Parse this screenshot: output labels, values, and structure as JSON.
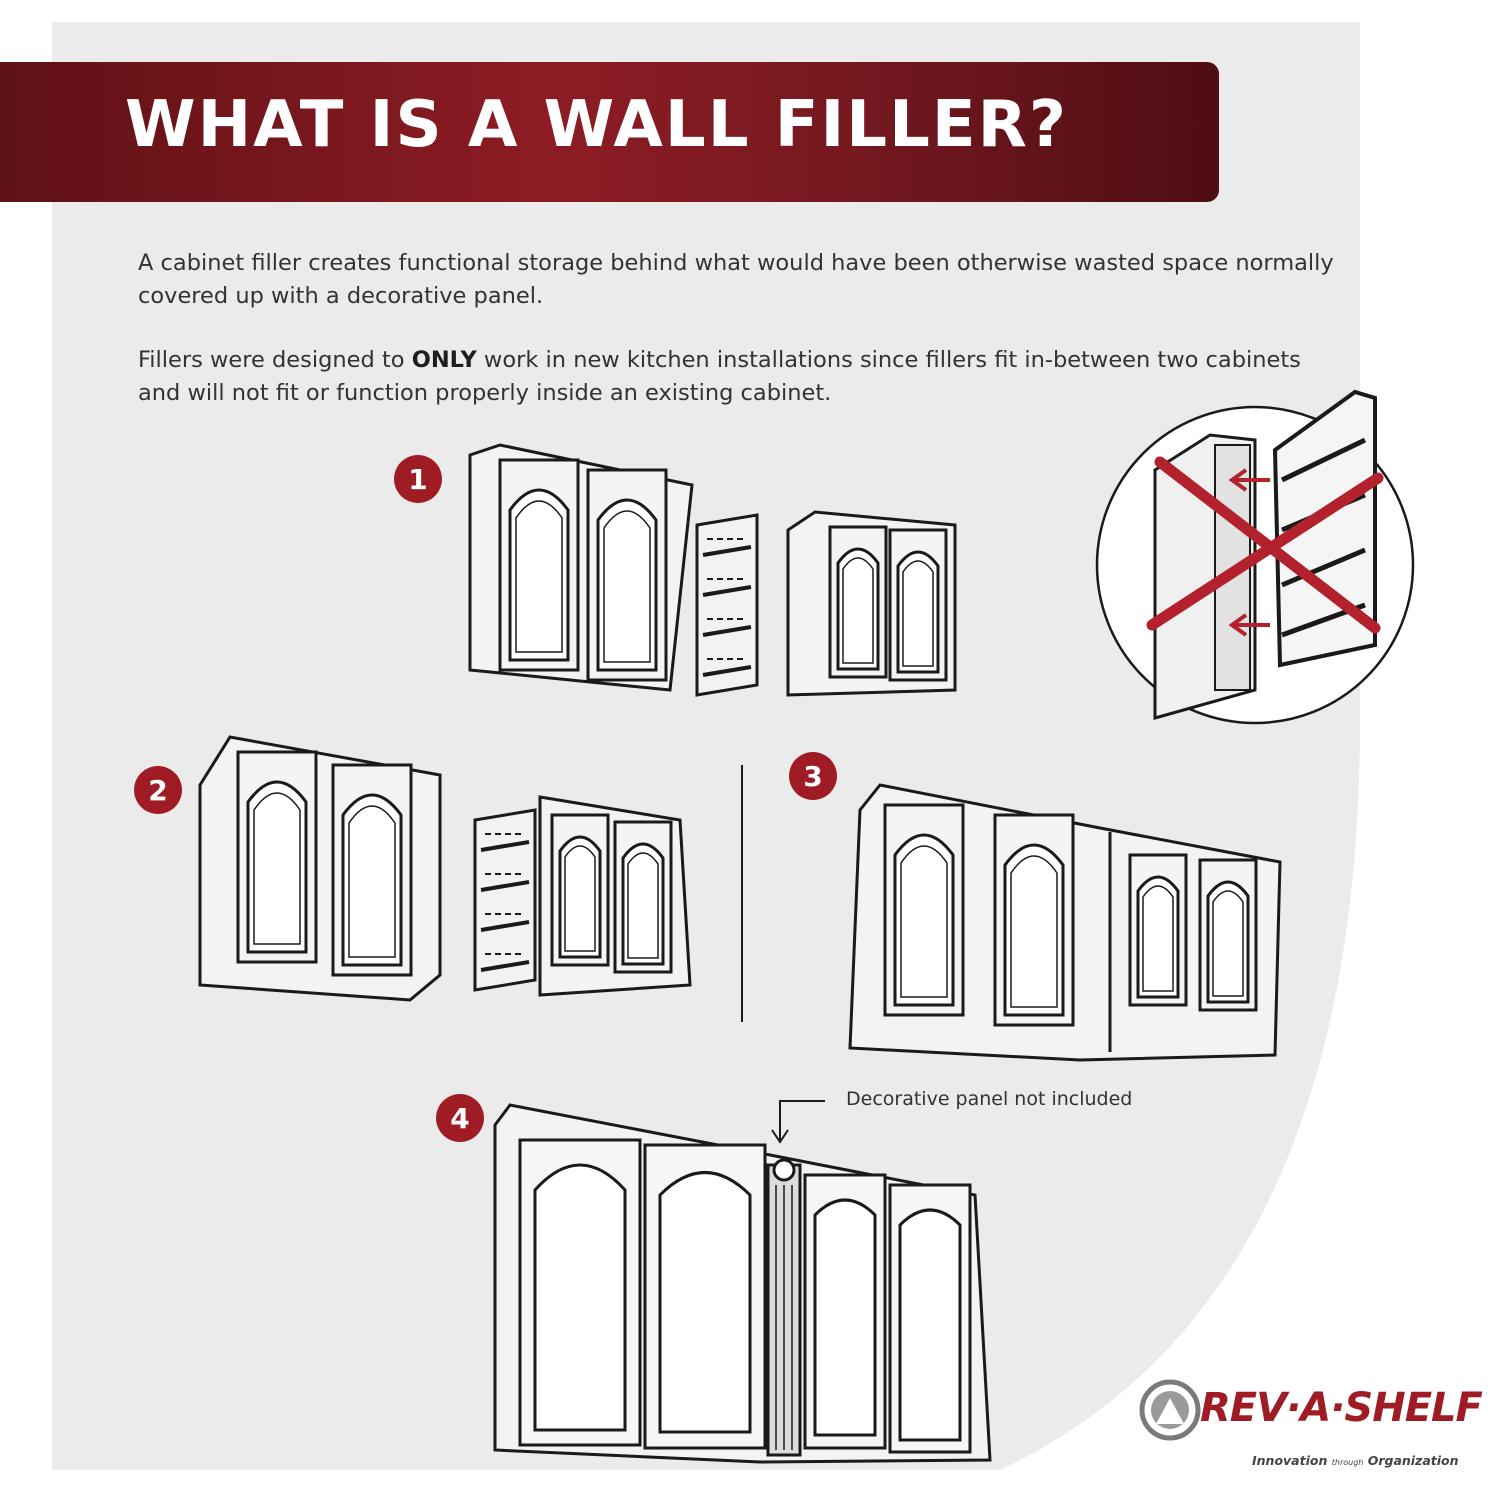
{
  "header": {
    "title": "WHAT IS A WALL FILLER?"
  },
  "intro": {
    "paragraph_1": "A cabinet filler creates functional storage behind what would have been otherwise wasted space normally covered up with a decorative panel.",
    "paragraph_2_before": "Fillers were designed to ",
    "paragraph_2_emphasis": "ONLY",
    "paragraph_2_after": " work in new kitchen installations since fillers fit in-between two cabinets and will not fit or function properly inside an existing cabinet."
  },
  "steps": {
    "step_1": "1",
    "step_2": "2",
    "step_3": "3",
    "step_4": "4"
  },
  "callout": {
    "note": "Decorative panel not included"
  },
  "brand": {
    "wordmark": "REV·A·SHELF",
    "tagline_part_1": "Innovation",
    "tagline_part_2": "through",
    "tagline_part_3": "Organization"
  },
  "colors": {
    "brand_red": "#a01c25",
    "banner_dark": "#5e1116",
    "panel_grey": "#ebebeb",
    "cross_red": "#b3222c"
  }
}
